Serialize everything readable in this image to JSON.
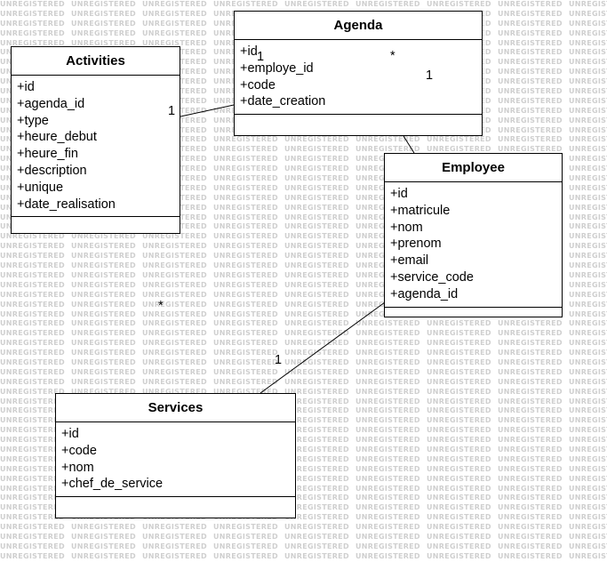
{
  "watermark": {
    "text": "UNREGISTERED"
  },
  "classes": {
    "agenda": {
      "name": "Agenda",
      "attributes": [
        "+id",
        "+employe_id",
        "+code",
        "+date_creation"
      ]
    },
    "activities": {
      "name": "Activities",
      "attributes": [
        "+id",
        "+agenda_id",
        "+type",
        "+heure_debut",
        "+heure_fin",
        "+description",
        "+unique",
        "+date_realisation"
      ]
    },
    "employee": {
      "name": "Employee",
      "attributes": [
        "+id",
        "+matricule",
        "+nom",
        "+prenom",
        "+email",
        "+service_code",
        "+agenda_id"
      ]
    },
    "services": {
      "name": "Services",
      "attributes": [
        "+id",
        "+code",
        "+nom",
        "+chef_de_service"
      ]
    }
  },
  "multiplicities": {
    "agenda_activities_agenda_side": "1",
    "agenda_activities_activities_side": "1",
    "agenda_employee_agenda_side": "*",
    "agenda_employee_employee_side": "1",
    "services_employee_employee_side": "*",
    "services_employee_services_side": "1"
  }
}
